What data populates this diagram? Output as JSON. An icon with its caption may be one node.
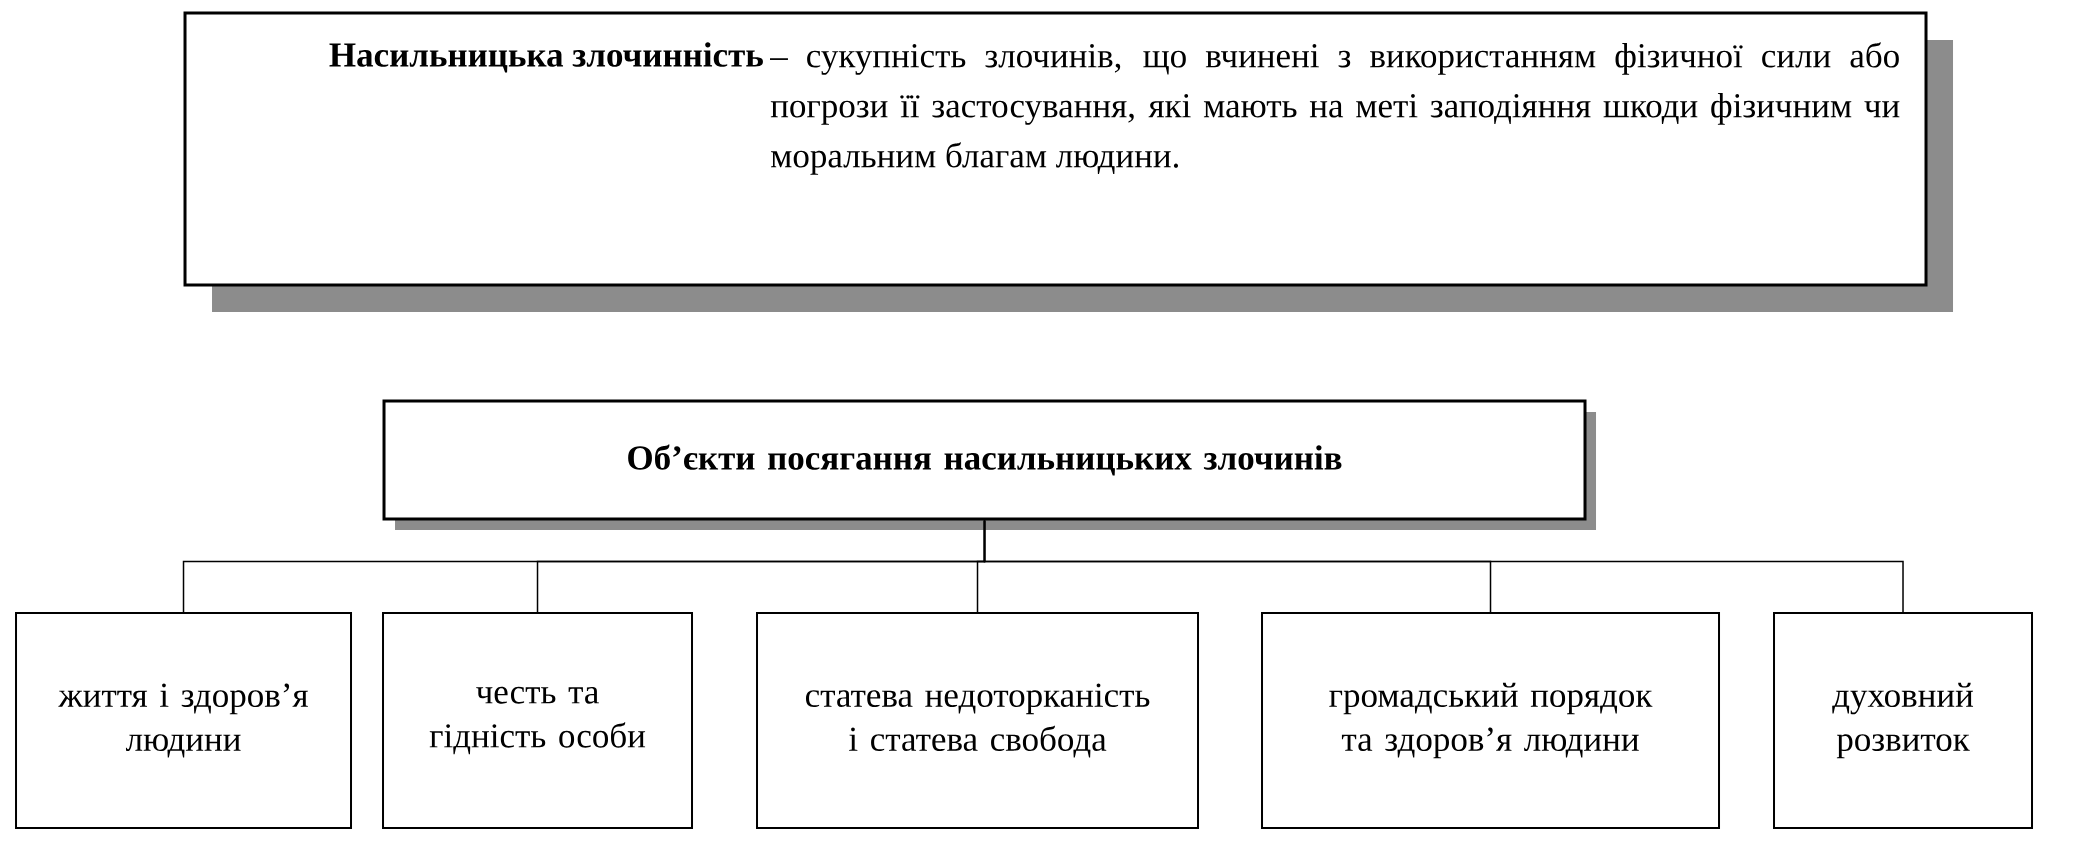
{
  "diagram": {
    "nodes": [
      {
        "text": [
          "Насильницька злочинність",
          "– сукупність злочинів, що вчинені з використанням фізичної сили або погрози її застосування, які мають на меті заподіяння шкоди фізичним чи моральним благам людини."
        ]
      },
      {
        "text": [
          "Об’єкти посягання насильницьких злочинів"
        ]
      },
      {
        "text": [
          "життя і здоров’я людини"
        ]
      },
      {
        "text": [
          "честь та гідність особи"
        ]
      },
      {
        "text": [
          "статева недоторканість і статева свобода"
        ]
      },
      {
        "text": [
          "громадський порядок та здоров’я людини"
        ]
      },
      {
        "text": [
          "духовний розвиток"
        ]
      }
    ],
    "edges": [
      {
        "from": 1,
        "to": 2,
        "arrow": "none"
      },
      {
        "from": 1,
        "to": 3,
        "arrow": "none"
      },
      {
        "from": 1,
        "to": 4,
        "arrow": "none"
      },
      {
        "from": 1,
        "to": 5,
        "arrow": "none"
      },
      {
        "from": 1,
        "to": 6,
        "arrow": "none"
      }
    ]
  }
}
